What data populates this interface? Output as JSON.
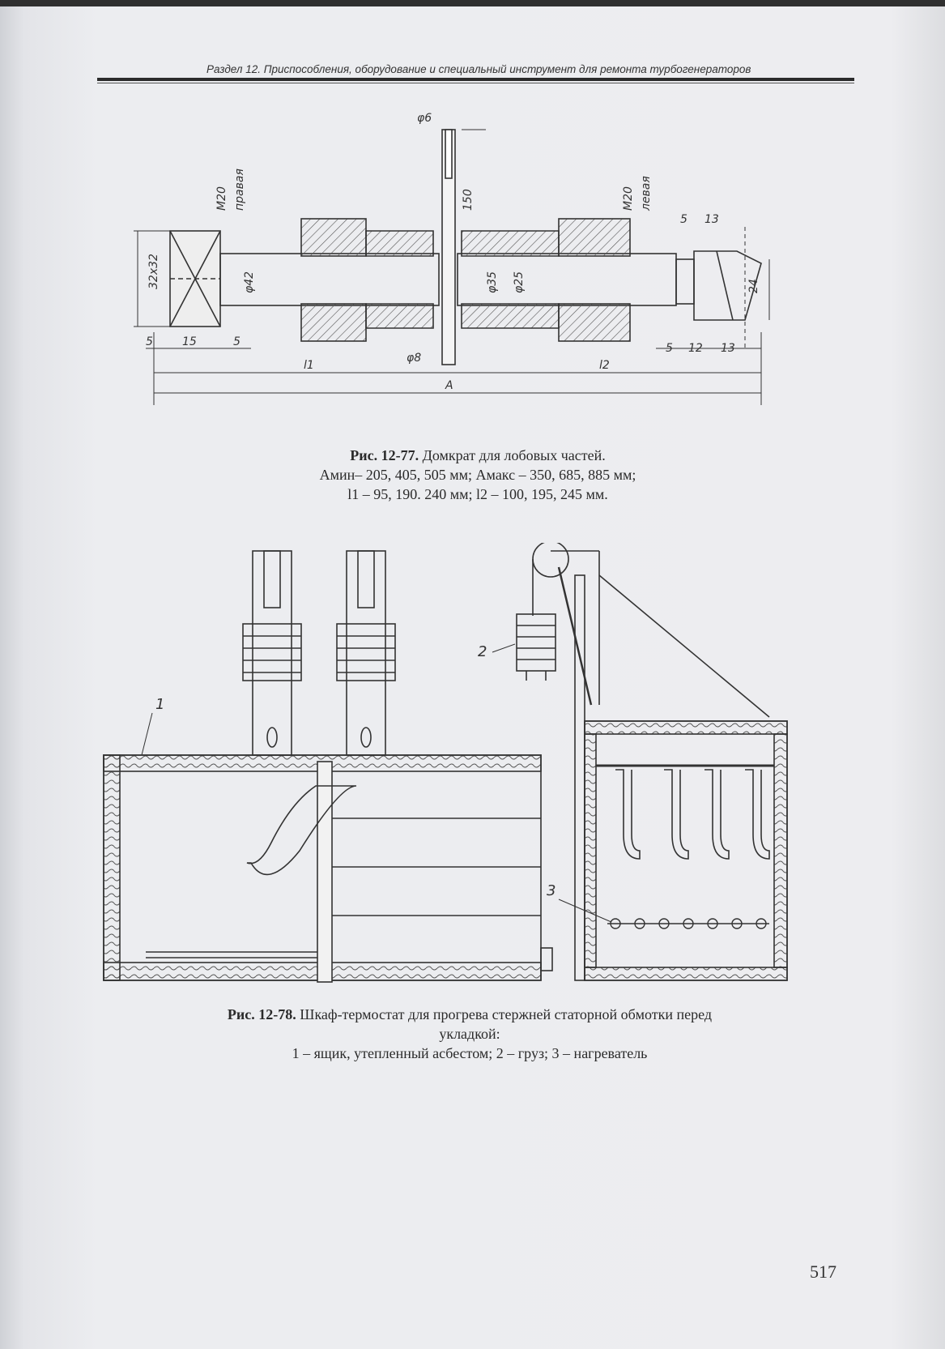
{
  "header": {
    "text": "Раздел 12. Приспособления, оборудование и специальный инструмент для ремонта турбогенераторов"
  },
  "fig77": {
    "number": "Рис. 12-77.",
    "title": "Домкрат для лобовых частей.",
    "line2": "Aмин– 205, 405, 505 мм; Aмакс – 350, 685, 885 мм;",
    "line3": "l1 – 95, 190. 240 мм; l2 – 100, 195, 245 мм.",
    "dims": {
      "phi6": "φ6",
      "head": "32х32",
      "m20_left": "M20",
      "right_thread": "правая",
      "phi42": "φ42",
      "len150": "150",
      "phi35": "φ35",
      "phi25": "φ25",
      "m20_right": "M20",
      "left_thread": "левая",
      "d5": "5",
      "d13": "13",
      "d24": "24",
      "d15": "15",
      "d12": "12",
      "phi8": "φ8",
      "l1": "l1",
      "l2": "l2",
      "A": "A"
    }
  },
  "fig78": {
    "number": "Рис. 12-78.",
    "title": "Шкаф-термостат для прогрева стержней статорной обмотки перед",
    "title_cont": "укладкой:",
    "legend": "1 – ящик, утепленный асбестом; 2 – груз; 3 – нагреватель",
    "labels": {
      "l1": "1",
      "l2": "2",
      "l3": "3"
    }
  },
  "page_number": "517"
}
